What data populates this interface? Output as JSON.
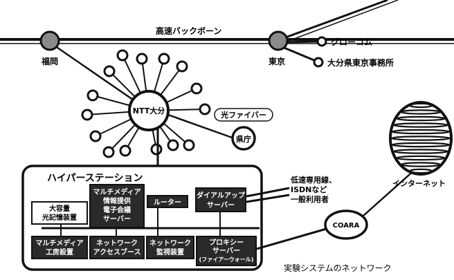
{
  "backbone": {
    "label": "高速バックボーン",
    "fukuoka": "福岡",
    "tokyo": "東京",
    "glocom": "グローコム",
    "oita_tokyo_office": "大分県東京事務所"
  },
  "hub": {
    "label": "NTT大分",
    "fiber": "光ファイバー",
    "prefecture": "県庁"
  },
  "station": {
    "title": "ハイパーステーション",
    "storage": [
      "大容量",
      "光記憶装置"
    ],
    "multimedia_info": [
      "マルチメディア",
      "情報提供",
      "電子会議",
      "サーバー"
    ],
    "router": "ルーター",
    "dialup": [
      "ダイアルアップ",
      "サーバー"
    ],
    "workshop": [
      "マルチメディア",
      "工房設置"
    ],
    "access_booth": [
      "ネットワーク",
      "アクセスブース"
    ],
    "monitor": [
      "ネットワーク",
      "監視装置"
    ],
    "proxy": [
      "プロキシー",
      "サーバー",
      "(ファイアーウォール)"
    ]
  },
  "external": {
    "lines": [
      "低速専用線、",
      "ISDNなど",
      "一般利用者"
    ],
    "coara": "COARA",
    "internet": "インターネット"
  },
  "caption": "実験システムのネットワーク",
  "colors": {
    "node_gray": "#8a8a8a",
    "outline": "#111111",
    "fill": "#ffffff",
    "box_fill": "#2a2a2a"
  }
}
